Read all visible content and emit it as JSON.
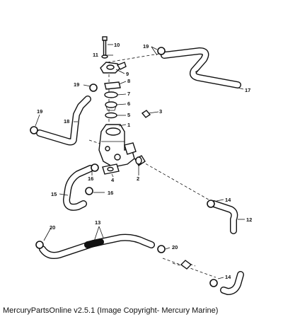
{
  "diagram": {
    "callouts": {
      "c1": "1",
      "c2": "2",
      "c3": "3",
      "c4": "4",
      "c5": "5",
      "c6": "6",
      "c7": "7",
      "c8": "8",
      "c9": "9",
      "c10": "10",
      "c11": "11",
      "c12": "12",
      "c13": "13",
      "c14a": "14",
      "c14b": "14",
      "c15": "15",
      "c16a": "16",
      "c16b": "16",
      "c17": "17",
      "c18": "18",
      "c19a": "19",
      "c19b": "19",
      "c19c": "19",
      "c20a": "20",
      "c20b": "20"
    }
  },
  "caption": "MercuryPartsOnline v2.5.1 (Image Copyright- Mercury Marine)"
}
